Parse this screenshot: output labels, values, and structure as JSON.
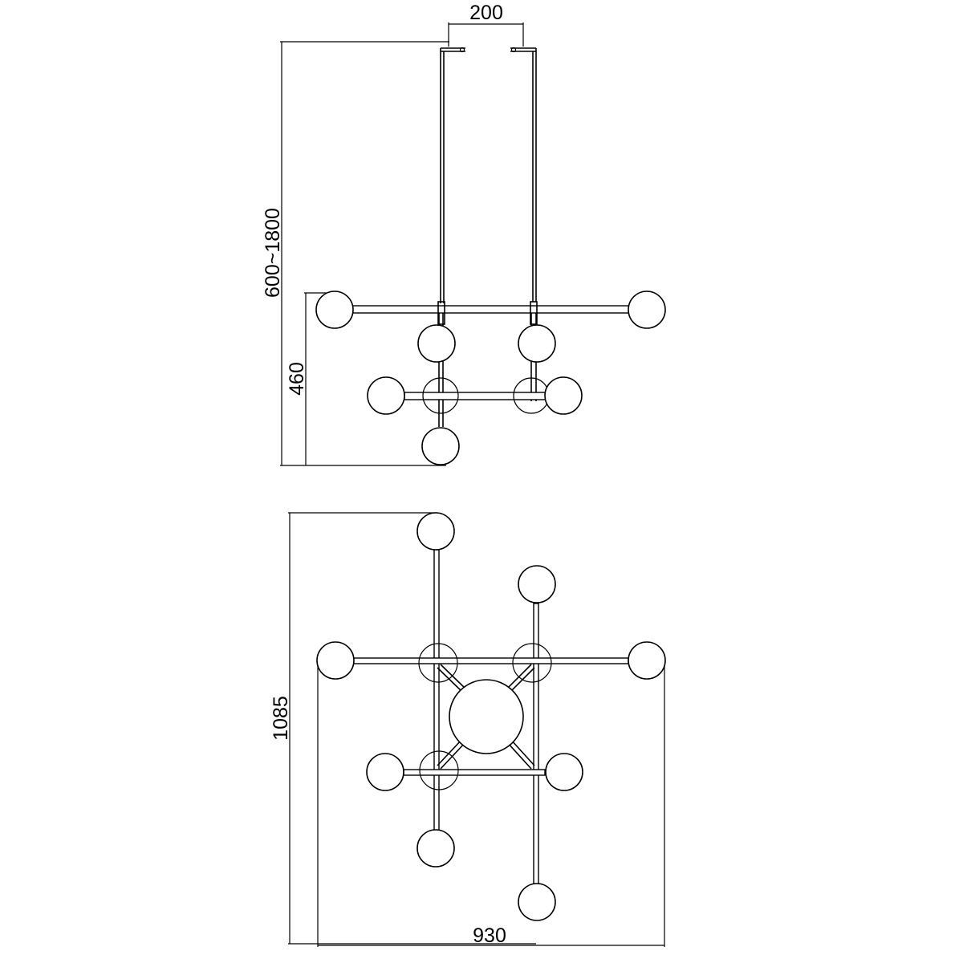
{
  "dimensions": {
    "canopy_spacing": "200",
    "drop_length": "600~1800",
    "fixture_height": "460",
    "plan_depth": "1085",
    "plan_width": "930"
  }
}
